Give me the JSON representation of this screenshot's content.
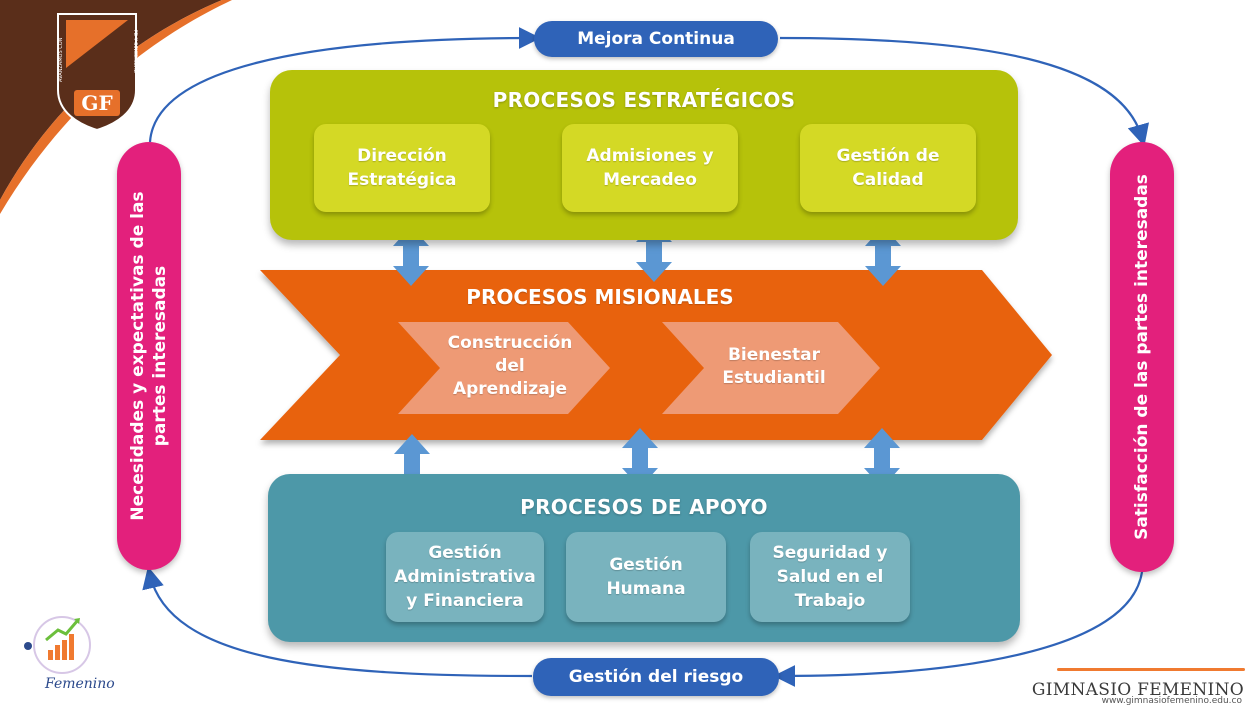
{
  "header_cycle": {
    "top_label": "Mejora Continua",
    "bottom_label": "Gestión del riesgo"
  },
  "side": {
    "left_line1": "Necesidades y expectativas de las",
    "left_line2": "partes interesadas",
    "right_label": "Satisfacción de las partes interesadas"
  },
  "strategic": {
    "title": "PROCESOS ESTRATÉGICOS",
    "items": [
      {
        "line1": "Dirección",
        "line2": "Estratégica"
      },
      {
        "line1": "Admisiones y",
        "line2": "Mercadeo"
      },
      {
        "line1": "Gestión de",
        "line2": "Calidad"
      }
    ]
  },
  "missional": {
    "title": "PROCESOS MISIONALES",
    "items": [
      {
        "line1": "Construcción",
        "line2": "del",
        "line3": "Aprendizaje"
      },
      {
        "line1": "Bienestar",
        "line2": "Estudiantil"
      }
    ]
  },
  "support": {
    "title": "PROCESOS DE APOYO",
    "items": [
      {
        "line1": "Gestión",
        "line2": "Administrativa",
        "line3": "y Financiera"
      },
      {
        "line1": "Gestión",
        "line2": "Humana"
      },
      {
        "line1": "Seguridad y",
        "line2": "Salud en el",
        "line3": "Trabajo"
      }
    ]
  },
  "logos": {
    "shield_initials": "GF",
    "shield_motto_left": "AVANZAMOS CON",
    "shield_motto_right": "FE Y SINCERIDAD",
    "bottom_left_word": "Femenino",
    "brand_name": "GIMNASIO FEMENINO",
    "brand_url": "www.gimnasiofemenino.edu.co"
  },
  "colors": {
    "strategic": "#b6c20a",
    "missional": "#e8620f",
    "support": "#4d98a8",
    "arrow_blue": "#5b97d3",
    "pill_blue": "#2f63b8",
    "pill_pink": "#e3207c",
    "brown": "#5a2e1a"
  }
}
